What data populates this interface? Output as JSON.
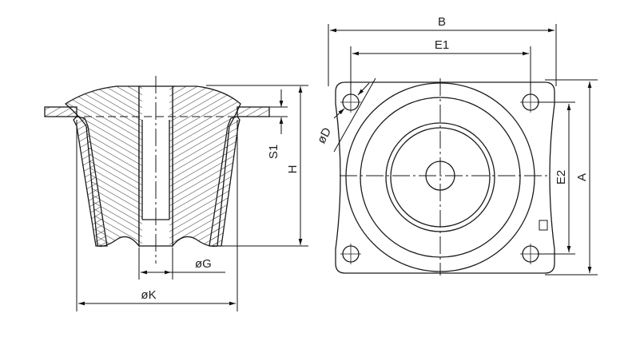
{
  "labels": {
    "B": "B",
    "E1": "E1",
    "A": "A",
    "E2": "E2",
    "H": "H",
    "S1": "S1",
    "D": "øD",
    "G": "øG",
    "K": "øK"
  },
  "colors": {
    "line": "#1a1a1a",
    "hatch": "#333333",
    "background": "#ffffff"
  }
}
